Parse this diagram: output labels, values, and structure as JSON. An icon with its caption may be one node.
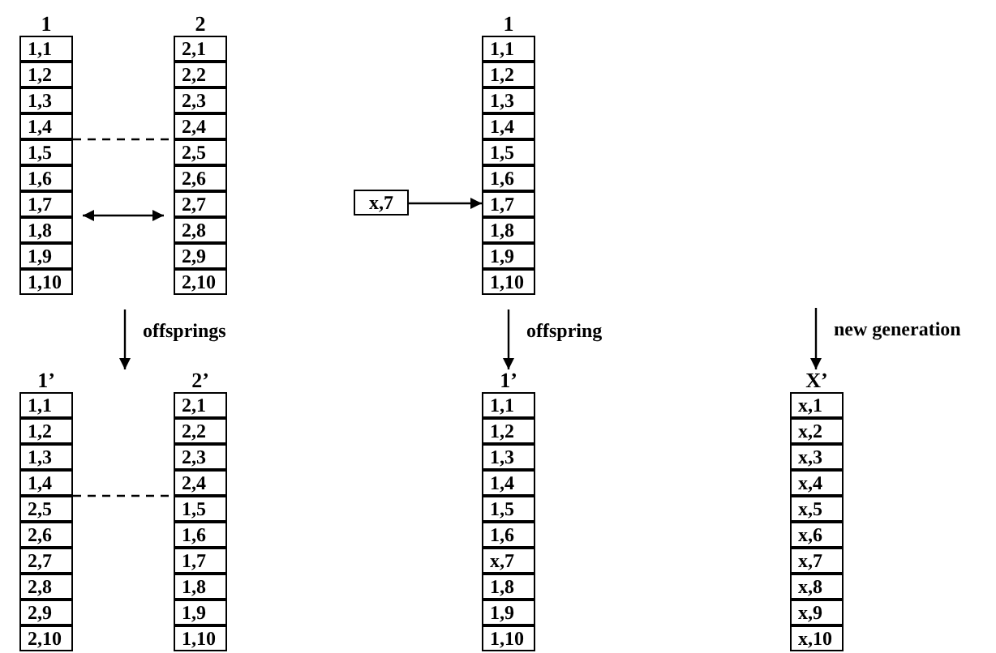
{
  "diagram": {
    "nodes": [
      {
        "text": [
          "1"
        ]
      },
      {
        "text": [
          "1,1"
        ],
        "in": 0
      },
      {
        "text": [
          "1,2"
        ],
        "in": 0
      },
      {
        "text": [
          "1,3"
        ],
        "in": 0
      },
      {
        "text": [
          "1,4"
        ],
        "in": 0
      },
      {
        "text": [
          "1,5"
        ],
        "in": 0
      },
      {
        "text": [
          "1,6"
        ],
        "in": 0
      },
      {
        "text": [
          "1,7"
        ],
        "in": 0
      },
      {
        "text": [
          "1,8"
        ],
        "in": 0
      },
      {
        "text": [
          "1,9"
        ],
        "in": 0
      },
      {
        "text": [
          "1,10"
        ],
        "in": 0
      },
      {
        "text": [
          "2"
        ]
      },
      {
        "text": [
          "2,1"
        ],
        "in": 11
      },
      {
        "text": [
          "2,2"
        ],
        "in": 11
      },
      {
        "text": [
          "2,3"
        ],
        "in": 11
      },
      {
        "text": [
          "2,4"
        ],
        "in": 11
      },
      {
        "text": [
          "2,5"
        ],
        "in": 11
      },
      {
        "text": [
          "2,6"
        ],
        "in": 11
      },
      {
        "text": [
          "2,7"
        ],
        "in": 11
      },
      {
        "text": [
          "2,8"
        ],
        "in": 11
      },
      {
        "text": [
          "2,9"
        ],
        "in": 11
      },
      {
        "text": [
          "2,10"
        ],
        "in": 11
      },
      {
        "text": [
          "x,7"
        ]
      },
      {
        "text": [
          "1"
        ]
      },
      {
        "text": [
          "1,1"
        ],
        "in": 23
      },
      {
        "text": [
          "1,2"
        ],
        "in": 23
      },
      {
        "text": [
          "1,3"
        ],
        "in": 23
      },
      {
        "text": [
          "1,4"
        ],
        "in": 23
      },
      {
        "text": [
          "1,5"
        ],
        "in": 23
      },
      {
        "text": [
          "1,6"
        ],
        "in": 23
      },
      {
        "text": [
          "1,7"
        ],
        "in": 23
      },
      {
        "text": [
          "1,8"
        ],
        "in": 23
      },
      {
        "text": [
          "1,9"
        ],
        "in": 23
      },
      {
        "text": [
          "1,10"
        ],
        "in": 23
      },
      {
        "text": [
          "1’"
        ]
      },
      {
        "text": [
          "1,1"
        ],
        "in": 34
      },
      {
        "text": [
          "1,2"
        ],
        "in": 34
      },
      {
        "text": [
          "1,3"
        ],
        "in": 34
      },
      {
        "text": [
          "1,4"
        ],
        "in": 34
      },
      {
        "text": [
          "2,5"
        ],
        "in": 34
      },
      {
        "text": [
          "2,6"
        ],
        "in": 34
      },
      {
        "text": [
          "2,7"
        ],
        "in": 34
      },
      {
        "text": [
          "2,8"
        ],
        "in": 34
      },
      {
        "text": [
          "2,9"
        ],
        "in": 34
      },
      {
        "text": [
          "2,10"
        ],
        "in": 34
      },
      {
        "text": [
          "2’"
        ]
      },
      {
        "text": [
          "2,1"
        ],
        "in": 45
      },
      {
        "text": [
          "2,2"
        ],
        "in": 45
      },
      {
        "text": [
          "2,3"
        ],
        "in": 45
      },
      {
        "text": [
          "2,4"
        ],
        "in": 45
      },
      {
        "text": [
          "1,5"
        ],
        "in": 45
      },
      {
        "text": [
          "1,6"
        ],
        "in": 45
      },
      {
        "text": [
          "1,7"
        ],
        "in": 45
      },
      {
        "text": [
          "1,8"
        ],
        "in": 45
      },
      {
        "text": [
          "1,9"
        ],
        "in": 45
      },
      {
        "text": [
          "1,10"
        ],
        "in": 45
      },
      {
        "text": [
          "1’"
        ]
      },
      {
        "text": [
          "1,1"
        ],
        "in": 56
      },
      {
        "text": [
          "1,2"
        ],
        "in": 56
      },
      {
        "text": [
          "1,3"
        ],
        "in": 56
      },
      {
        "text": [
          "1,4"
        ],
        "in": 56
      },
      {
        "text": [
          "1,5"
        ],
        "in": 56
      },
      {
        "text": [
          "1,6"
        ],
        "in": 56
      },
      {
        "text": [
          "x,7"
        ],
        "in": 56
      },
      {
        "text": [
          "1,8"
        ],
        "in": 56
      },
      {
        "text": [
          "1,9"
        ],
        "in": 56
      },
      {
        "text": [
          "1,10"
        ],
        "in": 56
      },
      {
        "text": [
          "X’"
        ]
      },
      {
        "text": [
          "x,1"
        ],
        "in": 67
      },
      {
        "text": [
          "x,2"
        ],
        "in": 67
      },
      {
        "text": [
          "x,3"
        ],
        "in": 67
      },
      {
        "text": [
          "x,4"
        ],
        "in": 67
      },
      {
        "text": [
          "x,5"
        ],
        "in": 67
      },
      {
        "text": [
          "x,6"
        ],
        "in": 67
      },
      {
        "text": [
          "x,7"
        ],
        "in": 67
      },
      {
        "text": [
          "x,8"
        ],
        "in": 67
      },
      {
        "text": [
          "x,9"
        ],
        "in": 67
      },
      {
        "text": [
          "x,10"
        ],
        "in": 67
      }
    ],
    "edges": [
      {
        "from": 0,
        "to": 11,
        "arrow": "none",
        "style": "dashed"
      },
      {
        "from": 22,
        "to": 30,
        "arrow": "to"
      },
      {
        "from": 0,
        "to": 11,
        "arrow": "both"
      },
      {
        "from": 0,
        "to": 34,
        "arrow": "to",
        "label": "offsprings"
      },
      {
        "from": 23,
        "to": 56,
        "arrow": "to",
        "label": "offspring"
      },
      {
        "from": null,
        "to": 67,
        "arrow": "to",
        "label": "new generation"
      },
      {
        "from": 34,
        "to": 45,
        "arrow": "none",
        "style": "dashed"
      }
    ]
  }
}
